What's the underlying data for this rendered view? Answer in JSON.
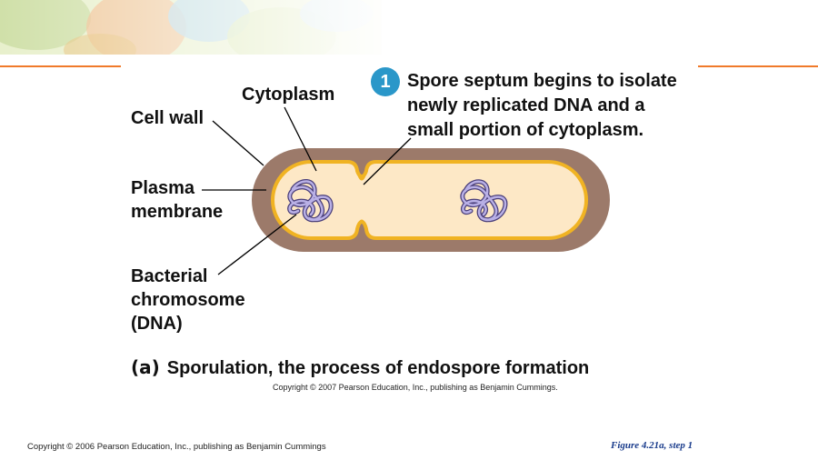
{
  "labels": {
    "cytoplasm": "Cytoplasm",
    "cell_wall": "Cell wall",
    "plasma_membrane_line1": "Plasma",
    "plasma_membrane_line2": "membrane",
    "chromosome_line1": "Bacterial",
    "chromosome_line2": "chromosome",
    "chromosome_line3": "(DNA)"
  },
  "step": {
    "number": "1",
    "text_line1": "Spore septum begins to isolate",
    "text_line2": "newly replicated DNA and a",
    "text_line3": "small portion of cytoplasm."
  },
  "caption": {
    "letter": "(a)",
    "text": "Sporulation, the process of endospore formation"
  },
  "copyright_mid": "Copyright © 2007 Pearson Education, Inc., publishing as Benjamin Cummings.",
  "copyright_bottom": "Copyright © 2006 Pearson Education, Inc., publishing as Benjamin Cummings",
  "figure_ref": "Figure 4.21a, step 1",
  "colors": {
    "cell_wall": "#9c7a6a",
    "membrane": "#f0b323",
    "cytoplasm": "#fde8c6",
    "dna": "#8a7fc0",
    "badge": "#2a97c9",
    "rule": "#f07a2a"
  }
}
